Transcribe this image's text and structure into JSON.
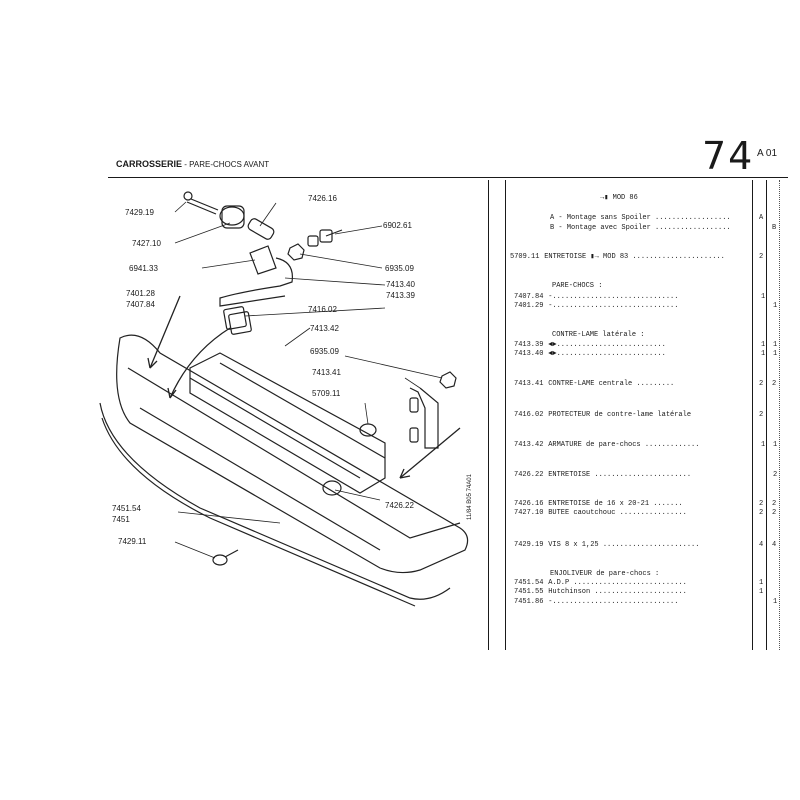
{
  "header": {
    "page_number": "74",
    "page_suffix": "A 01",
    "title": "CARROSSERIE",
    "subtitle": " - PARE-CHOCS AVANT"
  },
  "margin_code": "11/84 B05 74A01",
  "diagram": {
    "callouts": [
      "7429.19",
      "7427.10",
      "6941.33",
      "7401.28",
      "7407.84",
      "7426.16",
      "6902.61",
      "6935.09",
      "7413.40",
      "7413.39",
      "7416.02",
      "7413.42",
      "6935.09",
      "7413.41",
      "5709.11",
      "7426.22",
      "7451.54",
      "7451",
      "7429.11"
    ]
  },
  "model_header": "MOD 86",
  "montage": [
    {
      "text": "A - Montage sans Spoiler",
      "flag": "A"
    },
    {
      "text": "B - Montage avec Spoiler",
      "flag": "B"
    }
  ],
  "parts": [
    {
      "ref": "5709.11",
      "desc": "ENTRETOISE",
      "note": "MOD 83",
      "a": "2",
      "b": ""
    },
    {
      "section": "PARE-CHOCS :"
    },
    {
      "ref": "7407.84",
      "desc": "-",
      "a": "1",
      "b": ""
    },
    {
      "ref": "7401.29",
      "desc": "-",
      "a": "",
      "b": "1"
    },
    {
      "section": "CONTRE-LAME latérale :"
    },
    {
      "ref": "7413.39",
      "desc": "",
      "a": "1",
      "b": "1"
    },
    {
      "ref": "7413.40",
      "desc": "",
      "a": "1",
      "b": "1"
    },
    {
      "ref": "7413.41",
      "desc": "CONTRE-LAME centrale",
      "a": "2",
      "b": "2"
    },
    {
      "ref": "7416.02",
      "desc": "PROTECTEUR de contre-lame latérale",
      "a": "2",
      "b": ""
    },
    {
      "ref": "7413.42",
      "desc": "ARMATURE de pare-chocs",
      "a": "1",
      "b": "1"
    },
    {
      "ref": "7426.22",
      "desc": "ENTRETOISE",
      "a": "",
      "b": "2"
    },
    {
      "ref": "7426.16",
      "desc": "ENTRETOISE de 16 x 20-21",
      "a": "2",
      "b": "2"
    },
    {
      "ref": "7427.10",
      "desc": "BUTEE caoutchouc",
      "a": "2",
      "b": "2"
    },
    {
      "ref": "7429.19",
      "desc": "VIS 8 x 1,25",
      "a": "4",
      "b": "4"
    },
    {
      "section": "ENJOLIVEUR de pare-chocs :"
    },
    {
      "ref": "7451.54",
      "desc": "A.D.P",
      "a": "1",
      "b": ""
    },
    {
      "ref": "7451.55",
      "desc": "Hutchinson",
      "a": "1",
      "b": ""
    },
    {
      "ref": "7451.86",
      "desc": "-",
      "a": "",
      "b": "1"
    }
  ]
}
